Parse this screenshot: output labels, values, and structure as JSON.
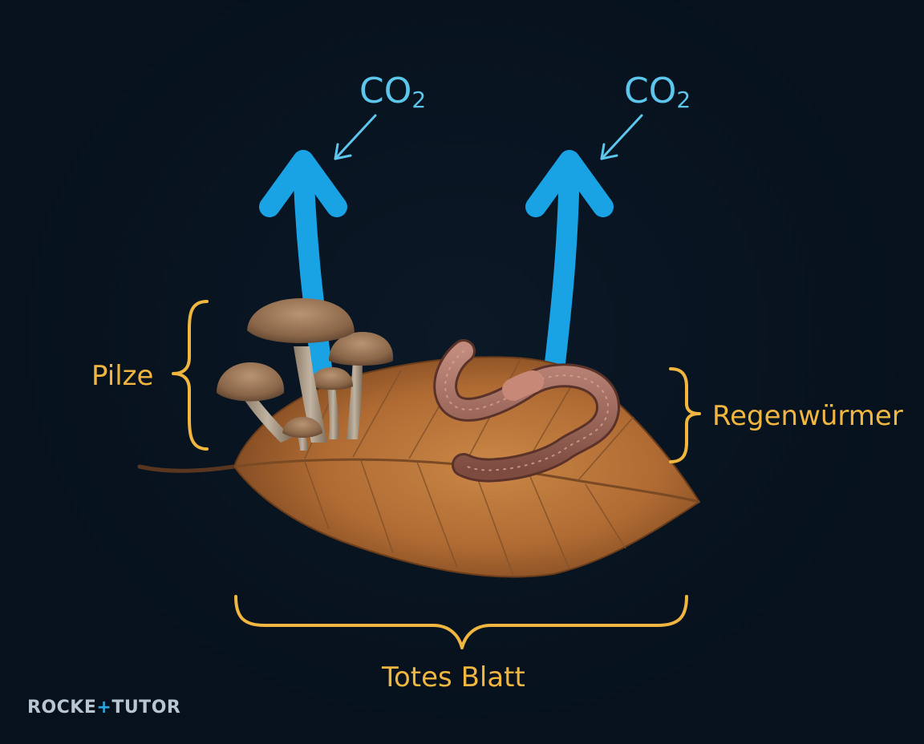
{
  "labels": {
    "fungi": "Pilze",
    "earthworms": "Regenwürmer",
    "dead_leaf": "Totes Blatt"
  },
  "co2": {
    "left": {
      "base": "CO",
      "subscript": "2"
    },
    "right": {
      "base": "CO",
      "subscript": "2"
    }
  },
  "logo": {
    "left": "ROCKE",
    "mid": "+",
    "right": "TUTOR"
  },
  "colors": {
    "background": "#06111c",
    "arrow": "#1aa3e4",
    "co2_text": "#5cc6ec",
    "brace": "#f0b63f",
    "leaf": "#b86f35",
    "worm": "#a4675a",
    "mushroom_cap": "#8f6c4e"
  }
}
